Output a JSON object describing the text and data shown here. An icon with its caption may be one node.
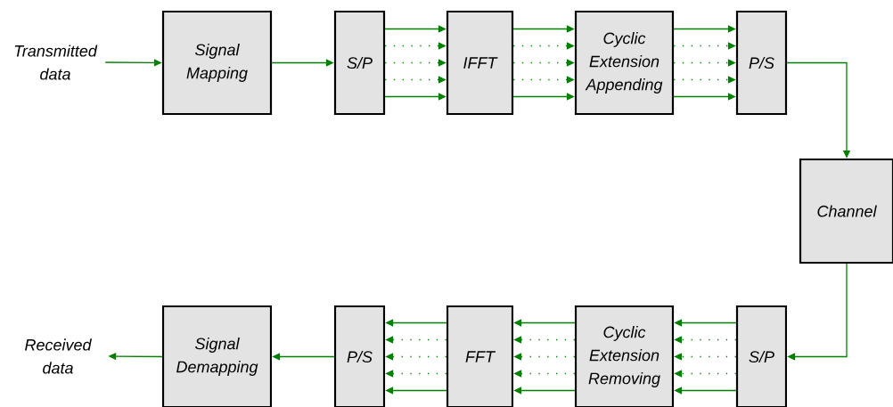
{
  "diagram": {
    "nodes": [
      {
        "text": [
          "Transmitted data"
        ]
      },
      {
        "text": [
          "Signal Mapping"
        ]
      },
      {
        "text": [
          "S/P"
        ]
      },
      {
        "text": [
          "IFFT"
        ]
      },
      {
        "text": [
          "Cyclic Extension Appending"
        ]
      },
      {
        "text": [
          "P/S"
        ]
      },
      {
        "text": [
          "Channel"
        ]
      },
      {
        "text": [
          "Received data"
        ]
      },
      {
        "text": [
          "Signal Demapping"
        ]
      },
      {
        "text": [
          "P/S"
        ]
      },
      {
        "text": [
          "FFT"
        ]
      },
      {
        "text": [
          "Cyclic Extension Removing"
        ]
      },
      {
        "text": [
          "S/P"
        ]
      }
    ],
    "edges": [
      {
        "from": 0,
        "to": 1,
        "arrow": "to"
      },
      {
        "from": 1,
        "to": 2,
        "arrow": "to"
      },
      {
        "from": 2,
        "to": 3,
        "arrow": "to"
      },
      {
        "from": 2,
        "to": 3,
        "arrow": "to",
        "style": "dashed"
      },
      {
        "from": 2,
        "to": 3,
        "arrow": "to",
        "style": "dashed"
      },
      {
        "from": 2,
        "to": 3,
        "arrow": "to",
        "style": "dashed"
      },
      {
        "from": 2,
        "to": 3,
        "arrow": "to"
      },
      {
        "from": 3,
        "to": 4,
        "arrow": "to"
      },
      {
        "from": 3,
        "to": 4,
        "arrow": "to",
        "style": "dashed"
      },
      {
        "from": 3,
        "to": 4,
        "arrow": "to",
        "style": "dashed"
      },
      {
        "from": 3,
        "to": 4,
        "arrow": "to",
        "style": "dashed"
      },
      {
        "from": 3,
        "to": 4,
        "arrow": "to"
      },
      {
        "from": 4,
        "to": 5,
        "arrow": "to"
      },
      {
        "from": 4,
        "to": 5,
        "arrow": "to",
        "style": "dashed"
      },
      {
        "from": 4,
        "to": 5,
        "arrow": "to",
        "style": "dashed"
      },
      {
        "from": 4,
        "to": 5,
        "arrow": "to",
        "style": "dashed"
      },
      {
        "from": 4,
        "to": 5,
        "arrow": "to"
      },
      {
        "from": 5,
        "to": 6,
        "arrow": "to"
      },
      {
        "from": 6,
        "to": 12,
        "arrow": "to"
      },
      {
        "from": 12,
        "to": 11,
        "arrow": "to"
      },
      {
        "from": 12,
        "to": 11,
        "arrow": "to",
        "style": "dashed"
      },
      {
        "from": 12,
        "to": 11,
        "arrow": "to",
        "style": "dashed"
      },
      {
        "from": 12,
        "to": 11,
        "arrow": "to",
        "style": "dashed"
      },
      {
        "from": 12,
        "to": 11,
        "arrow": "to"
      },
      {
        "from": 11,
        "to": 10,
        "arrow": "to"
      },
      {
        "from": 11,
        "to": 10,
        "arrow": "to",
        "style": "dashed"
      },
      {
        "from": 11,
        "to": 10,
        "arrow": "to",
        "style": "dashed"
      },
      {
        "from": 11,
        "to": 10,
        "arrow": "to",
        "style": "dashed"
      },
      {
        "from": 11,
        "to": 10,
        "arrow": "to"
      },
      {
        "from": 10,
        "to": 9,
        "arrow": "to"
      },
      {
        "from": 10,
        "to": 9,
        "arrow": "to",
        "style": "dashed"
      },
      {
        "from": 10,
        "to": 9,
        "arrow": "to",
        "style": "dashed"
      },
      {
        "from": 10,
        "to": 9,
        "arrow": "to",
        "style": "dashed"
      },
      {
        "from": 10,
        "to": 9,
        "arrow": "to"
      },
      {
        "from": 9,
        "to": 8,
        "arrow": "to"
      },
      {
        "from": 8,
        "to": 7,
        "arrow": "to"
      }
    ]
  }
}
